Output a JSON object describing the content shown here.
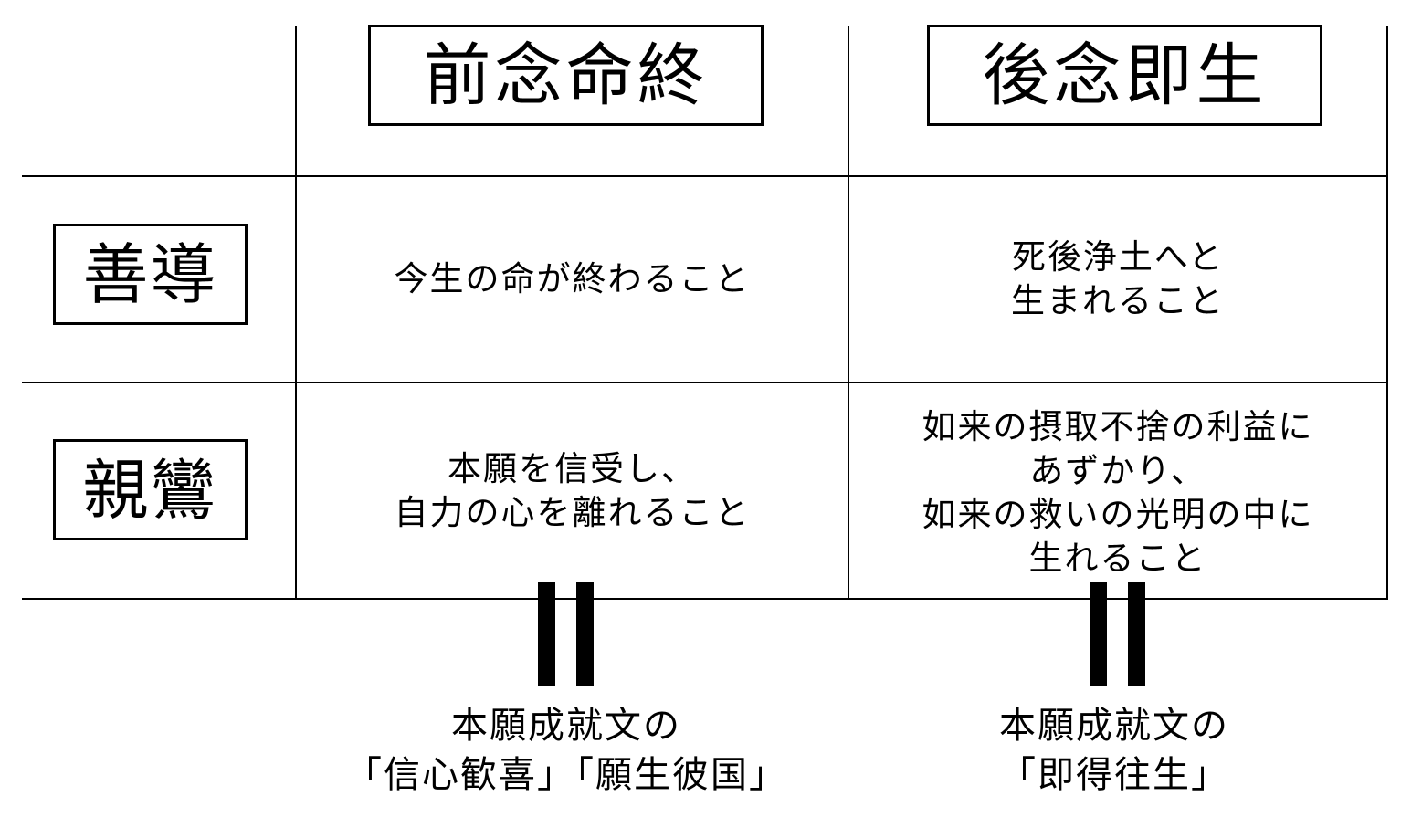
{
  "columns": {
    "previous": "前念命終",
    "next": "後念即生"
  },
  "rows": [
    {
      "label": "善導",
      "previous": "今生の命が終わること",
      "next": "死後浄土へと\n生まれること"
    },
    {
      "label": "親鸞",
      "previous": "本願を信受し、\n自力の心を離れること",
      "next": "如来の摂取不捨の利益に\nあずかり、\n如来の救いの光明の中に\n生れること"
    }
  ],
  "equivalences": {
    "previous": "本願成就文の\n「信心歓喜」「願生彼国」",
    "next": "本願成就文の\n「即得往生」"
  }
}
